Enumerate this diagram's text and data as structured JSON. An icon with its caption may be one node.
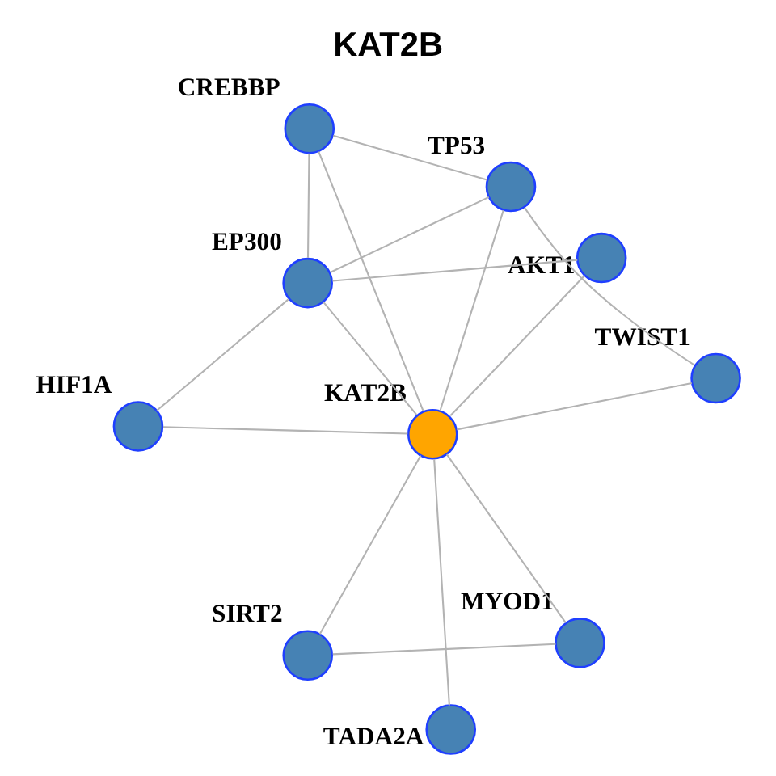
{
  "diagram": {
    "title": "KAT2B",
    "nodes": [
      {
        "text": [
          "HIF1A"
        ]
      },
      {
        "text": [
          "AKT1"
        ]
      },
      {
        "text": [
          "EP300"
        ]
      },
      {
        "text": [
          "CREBBP"
        ]
      },
      {
        "text": [
          "TP53"
        ]
      },
      {
        "text": [
          "KAT2B"
        ]
      },
      {
        "text": [
          "SIRT2"
        ]
      },
      {
        "text": [
          "MYOD1"
        ]
      },
      {
        "text": [
          "TWIST1"
        ]
      },
      {
        "text": [
          "TADA2A"
        ]
      }
    ],
    "edges": [
      {
        "from": 0,
        "to": 2,
        "arrow": "none"
      },
      {
        "from": 0,
        "to": 5,
        "arrow": "none"
      },
      {
        "from": 2,
        "to": 1,
        "arrow": "none"
      },
      {
        "from": 1,
        "to": 5,
        "arrow": "none"
      },
      {
        "from": 3,
        "to": 2,
        "arrow": "none"
      },
      {
        "from": 2,
        "to": 4,
        "arrow": "none"
      },
      {
        "from": 2,
        "to": 5,
        "arrow": "none"
      },
      {
        "from": 3,
        "to": 4,
        "arrow": "none"
      },
      {
        "from": 3,
        "to": 5,
        "arrow": "none"
      },
      {
        "from": 4,
        "to": 5,
        "arrow": "none"
      },
      {
        "from": 4,
        "to": 8,
        "arrow": "none"
      },
      {
        "from": 5,
        "to": 8,
        "arrow": "none"
      },
      {
        "from": 5,
        "to": 6,
        "arrow": "none"
      },
      {
        "from": 5,
        "to": 7,
        "arrow": "none"
      },
      {
        "from": 5,
        "to": 9,
        "arrow": "none"
      },
      {
        "from": 6,
        "to": 7,
        "arrow": "none"
      }
    ]
  }
}
